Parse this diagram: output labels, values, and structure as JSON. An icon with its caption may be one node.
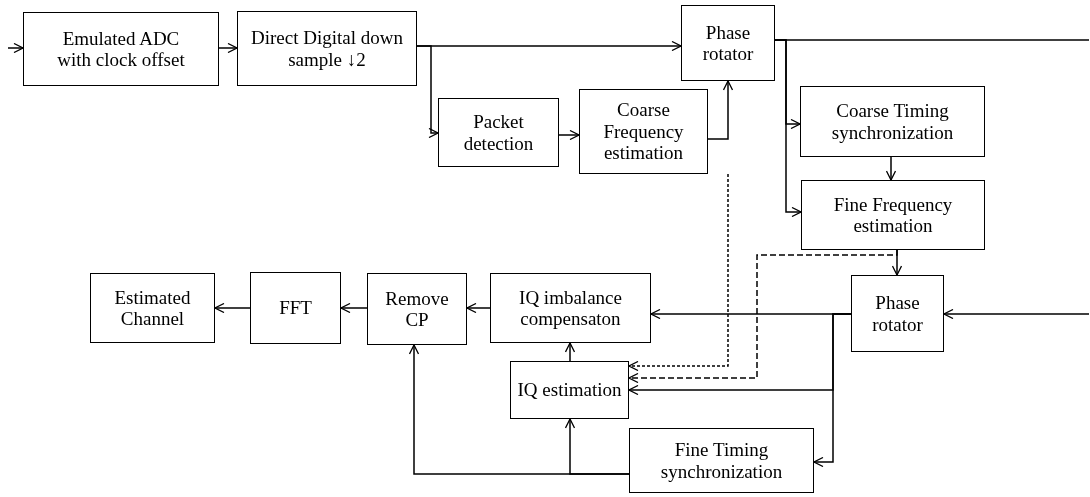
{
  "diagram": {
    "nodes": [
      {
        "text": [
          "Emulated ADC with clock offset"
        ]
      },
      {
        "text": [
          "Direct Digital down sample ↓2"
        ]
      },
      {
        "text": [
          "Packet detection"
        ]
      },
      {
        "text": [
          "Coarse Frequency estimation"
        ]
      },
      {
        "text": [
          "Phase rotator"
        ]
      },
      {
        "text": [
          "Coarse Timing synchronization"
        ]
      },
      {
        "text": [
          "Fine Frequency estimation"
        ]
      },
      {
        "text": [
          "Phase rotator"
        ]
      },
      {
        "text": [
          "IQ imbalance compensaton"
        ]
      },
      {
        "text": [
          "IQ estimation"
        ]
      },
      {
        "text": [
          "Fine Timing synchronization"
        ]
      },
      {
        "text": [
          "Remove CP"
        ]
      },
      {
        "text": [
          "FFT"
        ]
      },
      {
        "text": [
          "Estimated Channel"
        ]
      }
    ],
    "edges": [
      {
        "from": null,
        "to": 0,
        "arrow": "to"
      },
      {
        "from": 0,
        "to": 1,
        "arrow": "to"
      },
      {
        "from": 1,
        "to": 4,
        "arrow": "to"
      },
      {
        "from": 1,
        "to": 2,
        "arrow": "to"
      },
      {
        "from": 2,
        "to": 3,
        "arrow": "to"
      },
      {
        "from": 3,
        "to": 4,
        "arrow": "to"
      },
      {
        "from": 4,
        "to": 5,
        "arrow": "to"
      },
      {
        "from": 4,
        "to": 6,
        "arrow": "to"
      },
      {
        "from": 4,
        "to": null,
        "arrow": "none"
      },
      {
        "from": 5,
        "to": 6,
        "arrow": "to"
      },
      {
        "from": 6,
        "to": 7,
        "arrow": "to"
      },
      {
        "from": null,
        "to": 7,
        "arrow": "to"
      },
      {
        "from": 7,
        "to": 8,
        "arrow": "to"
      },
      {
        "from": 7,
        "to": 9,
        "arrow": "to"
      },
      {
        "from": 7,
        "to": 10,
        "arrow": "to"
      },
      {
        "from": 9,
        "to": 8,
        "arrow": "to"
      },
      {
        "from": 10,
        "to": 9,
        "arrow": "to"
      },
      {
        "from": 10,
        "to": 11,
        "arrow": "to"
      },
      {
        "from": 8,
        "to": 11,
        "arrow": "to"
      },
      {
        "from": 11,
        "to": 12,
        "arrow": "to"
      },
      {
        "from": 12,
        "to": 13,
        "arrow": "to"
      },
      {
        "from": 3,
        "to": 9,
        "arrow": "to",
        "style": "dashed"
      },
      {
        "from": 6,
        "to": 9,
        "arrow": "to",
        "style": "dashed"
      }
    ]
  }
}
